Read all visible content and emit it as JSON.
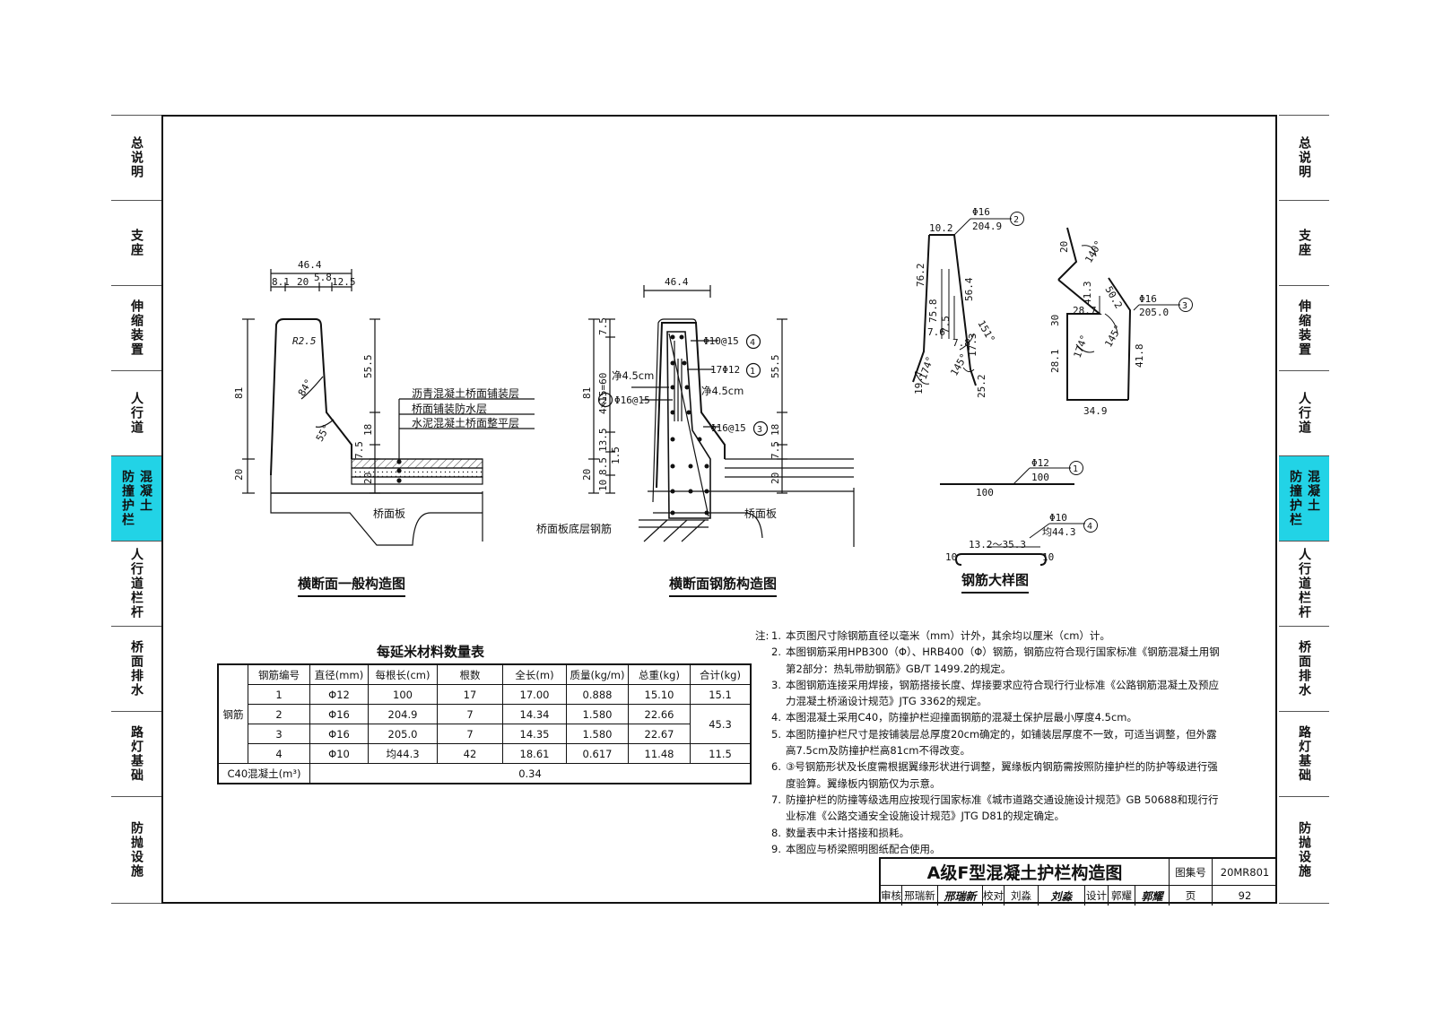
{
  "side_tabs": [
    "总说明",
    "支座",
    "伸缩装置",
    "人行道",
    "防撞护栏",
    "混凝土",
    "人行道栏杆",
    "桥面排水",
    "路灯基础",
    "防抛设施"
  ],
  "drawings": {
    "left": {
      "title": "横断面一般构造图",
      "dim_top": "46.4",
      "dim_parts": [
        "8.1",
        "20",
        "5.8",
        "12.5"
      ],
      "dim_81": "81",
      "dim_20": "20",
      "dim_555": "55.5",
      "dim_18": "18",
      "dim_75": "7.5",
      "radius": "R2.5",
      "angle_84": "84°",
      "angle_55": "55°",
      "layers": [
        "沥青混凝土桥面铺装层",
        "桥面铺装防水层",
        "水泥混凝土桥面整平层"
      ],
      "deck": "桥面板"
    },
    "mid": {
      "title": "横断面钢筋构造图",
      "dim_top": "46.4",
      "dim_81": "81",
      "dim_20": "20",
      "dim_555": "55.5",
      "dim_18": "18",
      "dim_75": "7.5",
      "dim_stack": [
        "7.5",
        "4×15=60",
        "13.5",
        "1.5",
        "8.5",
        "10"
      ],
      "labels": {
        "r4": "Φ10@15",
        "r1": "17Φ12",
        "r2": "Φ16@15",
        "r3": "Φ16@15",
        "clear1": "净4.5cm",
        "clear2": "净4.5cm"
      },
      "bars": {
        "b1": "1",
        "b2": "2",
        "b3": "3",
        "b4": "4"
      },
      "deck": "桥面板",
      "bottom_bar": "桥面板底层钢筋"
    },
    "detail": {
      "title": "钢筋大样图",
      "bar2": {
        "spec": "Φ16",
        "len": "204.9",
        "id": "2",
        "d": [
          "10.2",
          "76.2",
          "75.8",
          "56.4",
          "7.5",
          "7.6",
          "7.8",
          "17.3",
          "19.7",
          "25.2"
        ],
        "angles": [
          "151°",
          "145°",
          "174°"
        ]
      },
      "bar3": {
        "spec": "Φ16",
        "len": "205.0",
        "id": "3",
        "d": [
          "20",
          "41.3",
          "50.2",
          "28.7",
          "30",
          "28.1",
          "41.8",
          "34.9"
        ],
        "angles": [
          "140°",
          "145°",
          "174°"
        ]
      },
      "bar1": {
        "spec": "Φ12",
        "len": "100",
        "id": "1",
        "d": "100"
      },
      "bar4": {
        "spec": "Φ10",
        "len": "均44.3",
        "id": "4",
        "d": "13.2～35.3",
        "hook_l": "10",
        "hook_r": "10"
      }
    }
  },
  "materials": {
    "title": "每延米材料数量表",
    "headers": [
      "钢筋编号",
      "直径(mm)",
      "每根长(cm)",
      "根数",
      "全长(m)",
      "质量(kg/m)",
      "总重(kg)",
      "合计(kg)"
    ],
    "group": "钢筋",
    "rows": [
      [
        "1",
        "Φ12",
        "100",
        "17",
        "17.00",
        "0.888",
        "15.10",
        "15.1"
      ],
      [
        "2",
        "Φ16",
        "204.9",
        "7",
        "14.34",
        "1.580",
        "22.66",
        "45.3"
      ],
      [
        "3",
        "Φ16",
        "205.0",
        "7",
        "14.35",
        "1.580",
        "22.67",
        ""
      ],
      [
        "4",
        "Φ10",
        "均44.3",
        "42",
        "18.61",
        "0.617",
        "11.48",
        "11.5"
      ]
    ],
    "concrete_label": "C40混凝土(m³)",
    "concrete_value": "0.34"
  },
  "notes": {
    "label": "注:",
    "items": [
      "本页图尺寸除钢筋直径以毫米（mm）计外，其余均以厘米（cm）计。",
      "本图钢筋采用HPB300（Φ）、HRB400（Φ）钢筋，钢筋应符合现行国家标准《钢筋混凝土用钢第2部分：热轧带肋钢筋》GB/T 1499.2的规定。",
      "本图钢筋连接采用焊接，钢筋搭接长度、焊接要求应符合现行行业标准《公路钢筋混凝土及预应力混凝土桥涵设计规范》JTG 3362的规定。",
      "本图混凝土采用C40，防撞护栏迎撞面钢筋的混凝土保护层最小厚度4.5cm。",
      "本图防撞护栏尺寸是按铺装层总厚度20cm确定的，如铺装层厚度不一致，可适当调整，但外露高7.5cm及防撞护栏高81cm不得改变。",
      "③号钢筋形状及长度需根据翼缘形状进行调整，翼缘板内钢筋需按照防撞护栏的防护等级进行强度验算。翼缘板内钢筋仅为示意。",
      "防撞护栏的防撞等级选用应按现行国家标准《城市道路交通设施设计规范》GB 50688和现行行业标准《公路交通安全设施设计规范》JTG D81的规定确定。",
      "数量表中未计搭接和损耗。",
      "本图应与桥梁照明图纸配合使用。"
    ]
  },
  "title_block": {
    "title": "A级F型混凝土护栏构造图",
    "atlas_label": "图集号",
    "atlas_no": "20MR801",
    "review": "审核",
    "review_name": "邢瑞新",
    "review_sig": "邢瑞新",
    "check": "校对",
    "check_name": "刘淼",
    "check_sig": "刘淼",
    "design": "设计",
    "design_name": "郭耀",
    "design_sig": "郭耀",
    "page_label": "页",
    "page_no": "92"
  }
}
